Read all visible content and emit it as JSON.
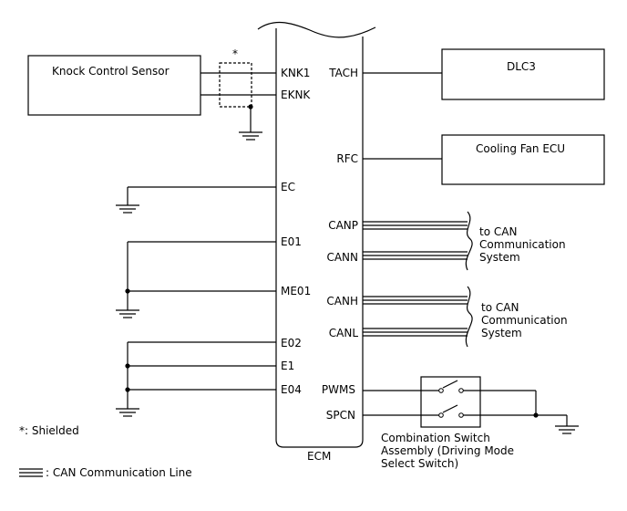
{
  "ecm": {
    "label": "ECM",
    "left_pins": [
      "KNK1",
      "EKNK",
      "EC",
      "E01",
      "ME01",
      "E02",
      "E1",
      "E04"
    ],
    "right_pins": [
      "TACH",
      "RFC",
      "CANP",
      "CANN",
      "CANH",
      "CANL",
      "PWMS",
      "SPCN"
    ]
  },
  "components": {
    "knock_sensor": "Knock Control Sensor",
    "dlc3": "DLC3",
    "cooling_fan_ecu": "Cooling Fan ECU",
    "can_system_1": [
      "to CAN",
      "Communication",
      "System"
    ],
    "can_system_2": [
      "to CAN",
      "Communication",
      "System"
    ],
    "combination_switch": [
      "Combination Switch",
      "Assembly (Driving Mode",
      "Select Switch)"
    ]
  },
  "shield_marker": "*",
  "legend": {
    "shielded": "*: Shielded",
    "can_line": ": CAN Communication Line"
  }
}
